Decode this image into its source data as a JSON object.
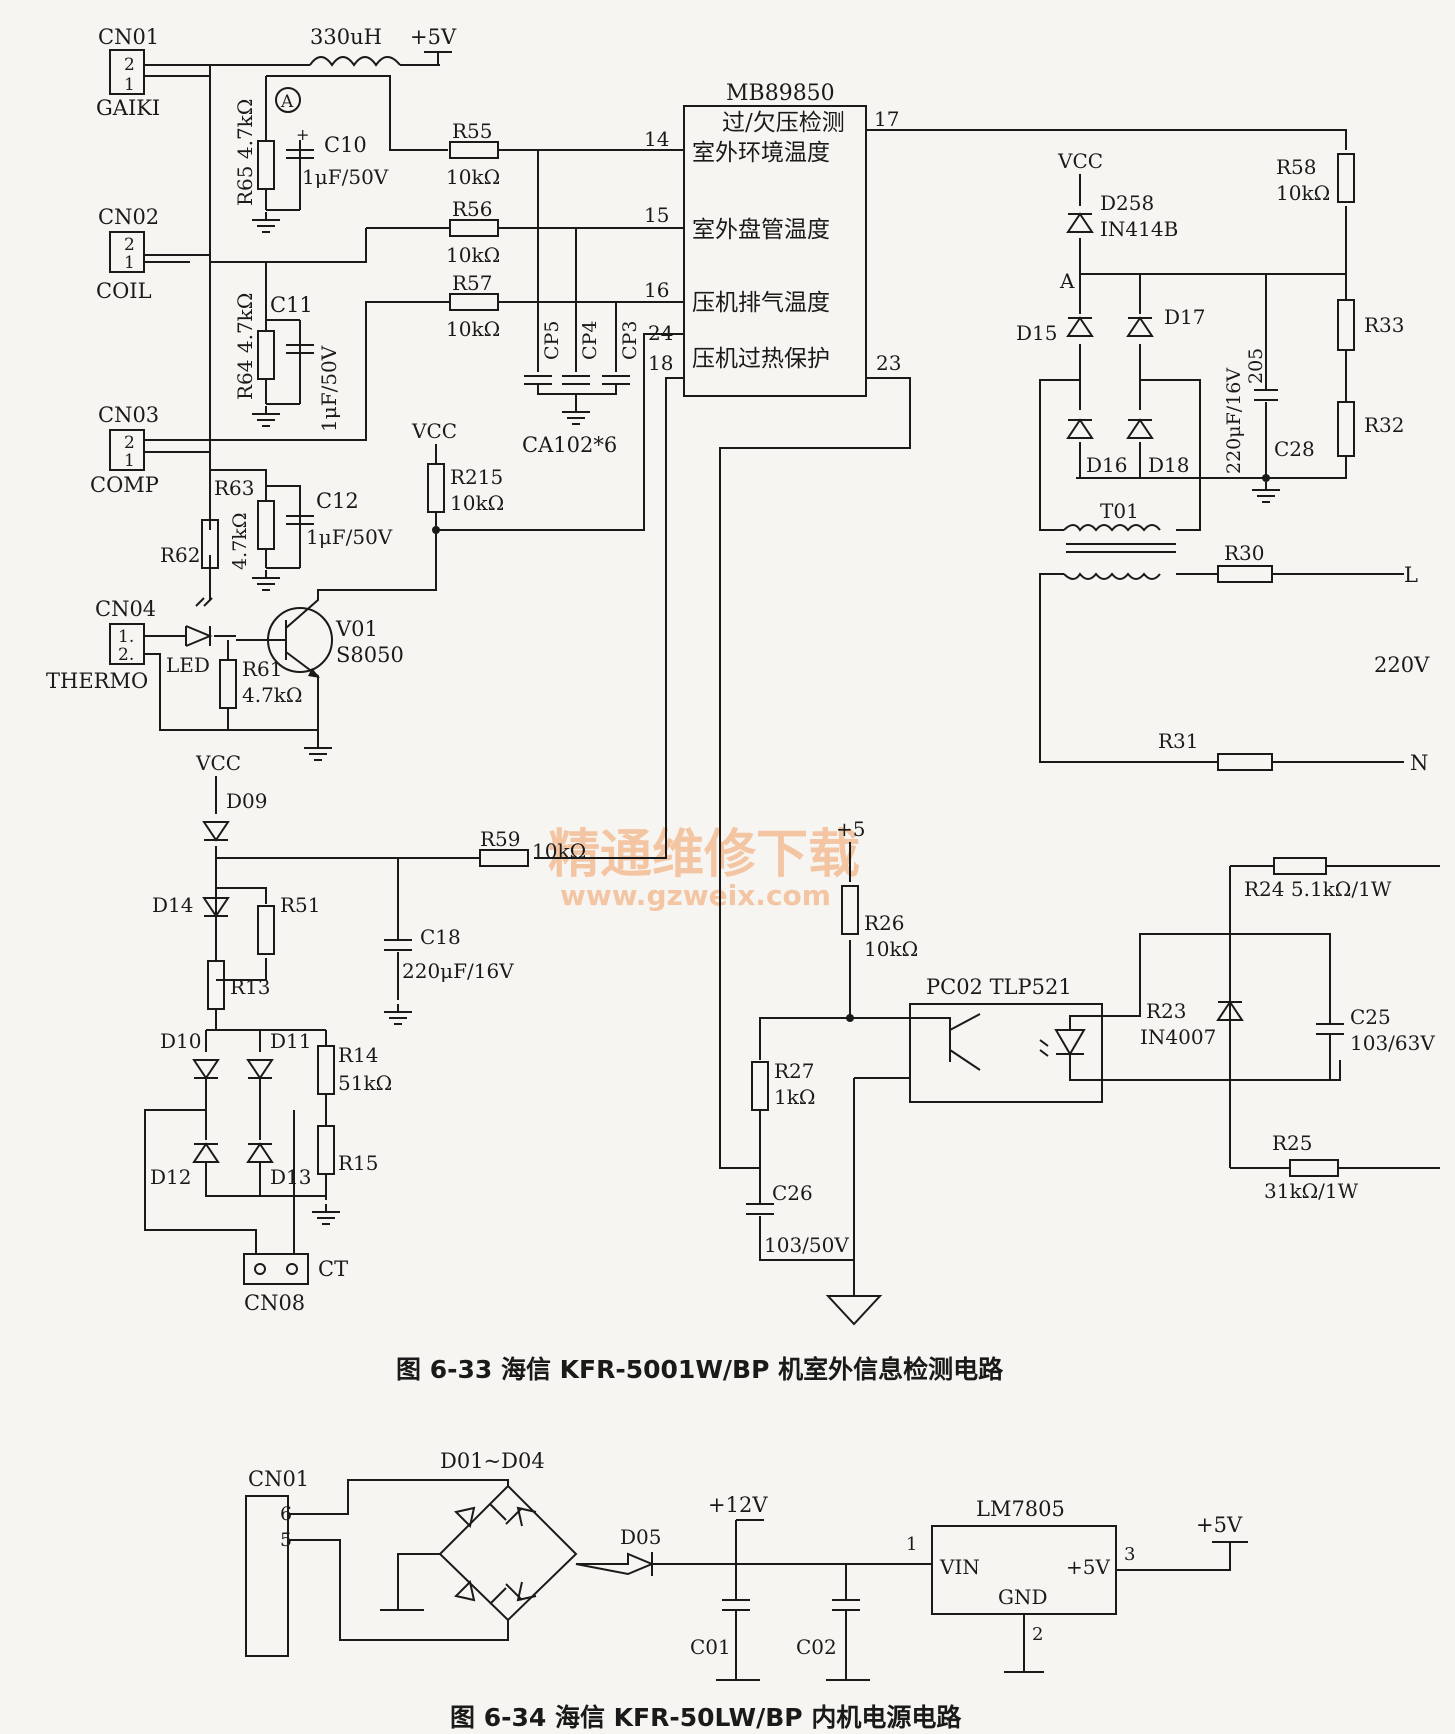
{
  "figure1": {
    "caption": "图 6-33 海信 KFR-5001W/BP 机室外信息检测电路",
    "ic": {
      "name": "MB89850",
      "functions": [
        "过/欠压检测",
        "室外环境温度",
        "室外盘管温度",
        "压机排气温度",
        "压机过热保护"
      ],
      "pins": [
        "17",
        "14",
        "15",
        "16",
        "24",
        "18",
        "23"
      ]
    },
    "connectors": {
      "cn01": {
        "ref": "CN01",
        "name": "GAIKI",
        "pins": [
          "2",
          "1"
        ]
      },
      "cn02": {
        "ref": "CN02",
        "name": "COIL",
        "pins": [
          "2",
          "1"
        ]
      },
      "cn03": {
        "ref": "CN03",
        "name": "COMP",
        "pins": [
          "2",
          "1"
        ]
      },
      "cn04": {
        "ref": "CN04",
        "name": "THERMO",
        "pins": [
          "1.",
          "2."
        ]
      },
      "cn08": {
        "ref": "CN08",
        "name": "CT"
      }
    },
    "labels": {
      "inductor": "330uH",
      "p5v": "+5V",
      "p5": "+5",
      "vcc": "VCC",
      "marker_a": "A",
      "node_a": "A",
      "r65": "R65 4.7kΩ",
      "c10": "C10",
      "c10v": "1μF/50V",
      "r64": "R64 4.7kΩ",
      "c11": "C11",
      "c11v": "1μF/50V",
      "r63": "R63",
      "r63v": "4.7kΩ",
      "c12": "C12",
      "c12v": "1μF/50V",
      "r62": "R62",
      "r61": "R61",
      "r61v": "4.7kΩ",
      "led": "LED",
      "v01": "V01",
      "v01v": "S8050",
      "r55": "R55",
      "r56": "R56",
      "r57": "R57",
      "r10k": "10kΩ",
      "r215": "R215",
      "cp5": "CP5",
      "cp4": "CP4",
      "cp3": "CP3",
      "ca": "CA102*6",
      "r58": "R58",
      "d258": "D258",
      "d258v": "IN414B",
      "d15": "D15",
      "d16": "D16",
      "d17": "D17",
      "d18": "D18",
      "r33": "R33",
      "r32": "R32",
      "c28": "C28",
      "c28r": "205",
      "c28v": "220μF/16V",
      "t01": "T01",
      "r30": "R30",
      "r31": "R31",
      "l": "L",
      "n": "N",
      "v220": "220V",
      "d09": "D09",
      "d14": "D14",
      "r51": "R51",
      "r13": "R13",
      "d10": "D10",
      "d11": "D11",
      "d12": "D12",
      "d13": "D13",
      "r14": "R14",
      "r14v": "51kΩ",
      "r15": "R15",
      "c18": "C18",
      "c18v": "220μF/16V",
      "r59": "R59",
      "r26": "R26",
      "r27": "R27",
      "r27v": "1kΩ",
      "c26": "C26",
      "c26v": "103/50V",
      "pc02": "PC02 TLP521",
      "r23": "R23",
      "in4007": "IN4007",
      "c25": "C25",
      "c25v": "103/63V",
      "r24": "R24 5.1kΩ/1W",
      "r25": "R25",
      "r25v": "31kΩ/1W"
    },
    "watermark": {
      "cn": "精通维修下载",
      "url": "www.gzweix.com"
    }
  },
  "figure2": {
    "caption": "图 6-34 海信 KFR-50LW/BP 内机电源电路",
    "labels": {
      "cn01": "CN01",
      "pin6": "6",
      "pin5": "5",
      "bridge": "D01~D04",
      "d05": "D05",
      "v12": "+12V",
      "c01": "C01",
      "c02": "C02",
      "reg": "LM7805",
      "vin": "VIN",
      "out": "+5V",
      "gnd": "GND",
      "p1": "1",
      "p2": "2",
      "p3": "3",
      "v5": "+5V"
    }
  }
}
